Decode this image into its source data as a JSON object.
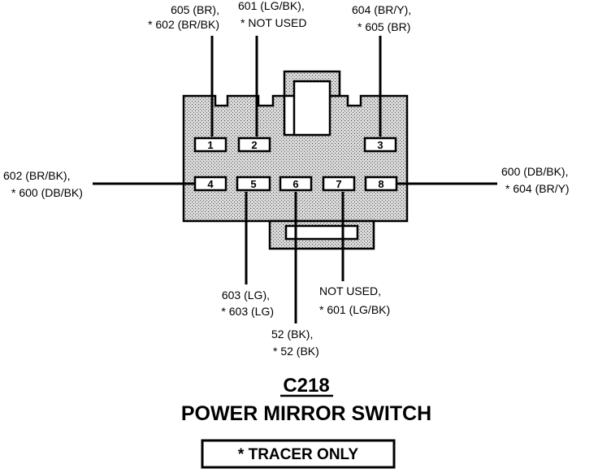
{
  "connector": {
    "id": "C218",
    "name": "POWER MIRROR SWITCH",
    "note": "* TRACER ONLY"
  },
  "pins": [
    {
      "num": "1",
      "lines": [
        "605 (BR),",
        "* 602 (BR/BK)"
      ]
    },
    {
      "num": "2",
      "lines": [
        "601 (LG/BK),",
        "* NOT USED"
      ]
    },
    {
      "num": "3",
      "lines": [
        "604 (BR/Y),",
        "* 605 (BR)"
      ]
    },
    {
      "num": "4",
      "lines": [
        "602 (BR/BK),",
        "* 600 (DB/BK)"
      ]
    },
    {
      "num": "5",
      "lines": [
        "603 (LG),",
        "* 603 (LG)"
      ]
    },
    {
      "num": "6",
      "lines": [
        "52 (BK),",
        "* 52 (BK)"
      ]
    },
    {
      "num": "7",
      "lines": [
        "NOT USED,",
        "* 601 (LG/BK)"
      ]
    },
    {
      "num": "8",
      "lines": [
        "600 (DB/BK),",
        "* 604 (BR/Y)"
      ]
    }
  ]
}
